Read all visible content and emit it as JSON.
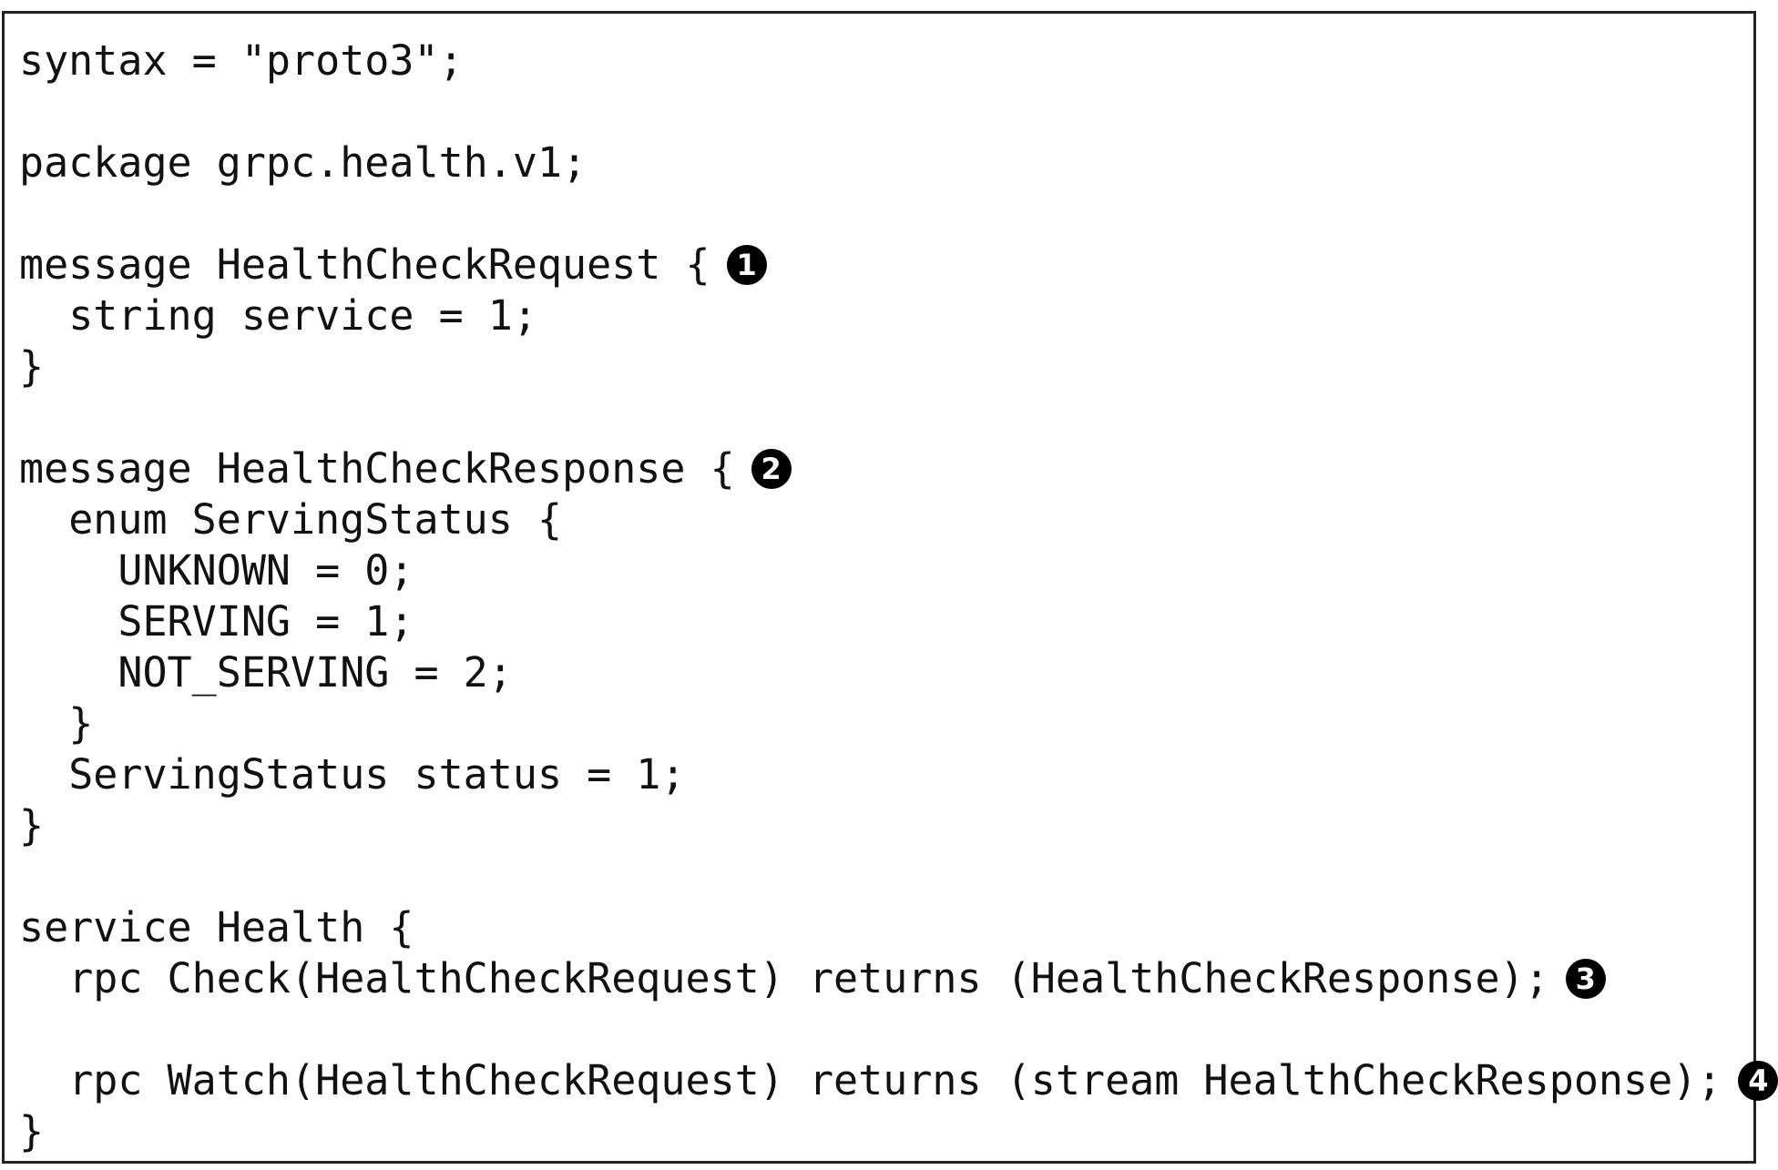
{
  "code": {
    "lines": [
      {
        "indent": "",
        "text": "syntax = \"proto3\";",
        "callout": ""
      },
      {
        "indent": "",
        "text": "",
        "callout": ""
      },
      {
        "indent": "",
        "text": "package grpc.health.v1;",
        "callout": ""
      },
      {
        "indent": "",
        "text": "",
        "callout": ""
      },
      {
        "indent": "",
        "text": "message HealthCheckRequest {",
        "callout": "1"
      },
      {
        "indent": "  ",
        "text": "string service = 1;",
        "callout": ""
      },
      {
        "indent": "",
        "text": "}",
        "callout": ""
      },
      {
        "indent": "",
        "text": "",
        "callout": ""
      },
      {
        "indent": "",
        "text": "message HealthCheckResponse {",
        "callout": "2"
      },
      {
        "indent": "  ",
        "text": "enum ServingStatus {",
        "callout": ""
      },
      {
        "indent": "    ",
        "text": "UNKNOWN = 0;",
        "callout": ""
      },
      {
        "indent": "    ",
        "text": "SERVING = 1;",
        "callout": ""
      },
      {
        "indent": "    ",
        "text": "NOT_SERVING = 2;",
        "callout": ""
      },
      {
        "indent": "  ",
        "text": "}",
        "callout": ""
      },
      {
        "indent": "  ",
        "text": "ServingStatus status = 1;",
        "callout": ""
      },
      {
        "indent": "",
        "text": "}",
        "callout": ""
      },
      {
        "indent": "",
        "text": "",
        "callout": ""
      },
      {
        "indent": "",
        "text": "service Health {",
        "callout": ""
      },
      {
        "indent": "  ",
        "text": "rpc Check(HealthCheckRequest) returns (HealthCheckResponse);",
        "callout": "3"
      },
      {
        "indent": "",
        "text": "",
        "callout": ""
      },
      {
        "indent": "  ",
        "text": "rpc Watch(HealthCheckRequest) returns (stream HealthCheckResponse);",
        "callout": "4"
      },
      {
        "indent": "",
        "text": "}",
        "callout": ""
      }
    ]
  }
}
